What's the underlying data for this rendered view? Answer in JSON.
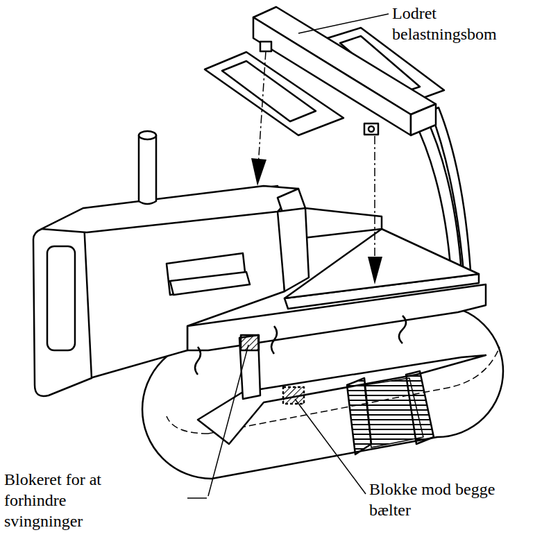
{
  "diagram": {
    "labels": [
      "Lodret belastningsbom",
      "Blokeret for at forhindre svingninger",
      "Blokke mod begge bælter"
    ]
  }
}
